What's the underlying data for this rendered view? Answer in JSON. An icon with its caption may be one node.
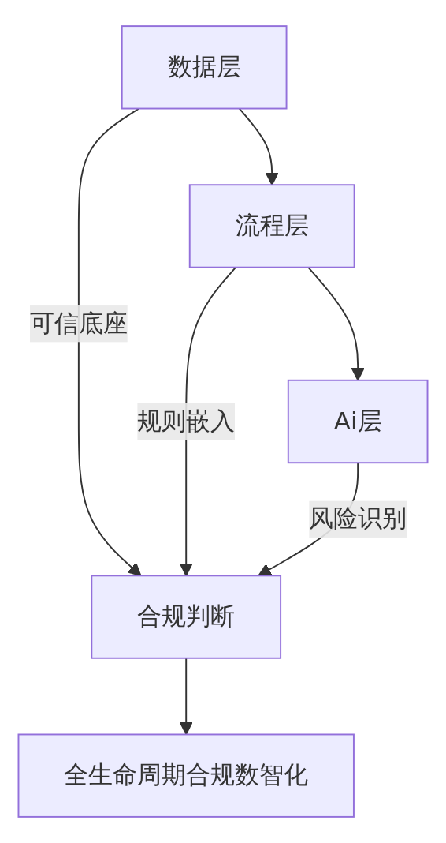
{
  "diagram": {
    "nodes": [
      {
        "text": [
          "数据层"
        ]
      },
      {
        "text": [
          "流程层"
        ]
      },
      {
        "text": [
          "Ai层"
        ]
      },
      {
        "text": [
          "合规判断"
        ]
      },
      {
        "text": [
          "全生命周期合规数智化"
        ]
      }
    ],
    "edges": [
      {
        "from": 0,
        "to": 1,
        "arrow": "to"
      },
      {
        "from": 0,
        "to": 3,
        "arrow": "to",
        "label": "可信底座"
      },
      {
        "from": 1,
        "to": 2,
        "arrow": "to"
      },
      {
        "from": 1,
        "to": 3,
        "arrow": "to",
        "label": "规则嵌入"
      },
      {
        "from": 2,
        "to": 3,
        "arrow": "to",
        "label": "风险识别"
      },
      {
        "from": 3,
        "to": 4,
        "arrow": "to"
      }
    ]
  }
}
